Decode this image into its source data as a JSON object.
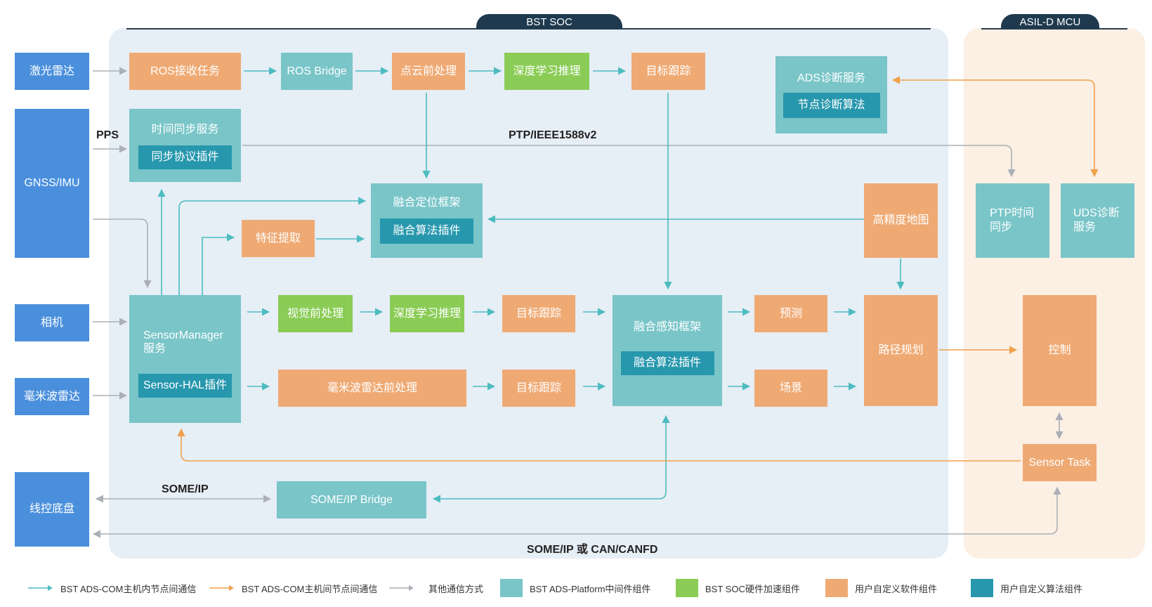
{
  "regions": {
    "soc_label": "BST SOC",
    "mcu_label": "ASIL-D MCU"
  },
  "colors": {
    "platform": "#79c5c8",
    "hardware": "#8acc55",
    "user_software": "#efaa74",
    "user_algorithm": "#2797ad",
    "external": "#4a8fdc",
    "intra_arrow": "#4dbcc0",
    "inter_arrow": "#f0a04a",
    "other_arrow": "#aab0b6",
    "soc_bg": "#e6eef6",
    "mcu_bg": "#fcefe4"
  },
  "external": {
    "lidar": "激光雷达",
    "gnss": "GNSS/IMU",
    "camera": "相机",
    "radar": "毫米波雷达",
    "chassis": "线控底盘"
  },
  "nodes": {
    "ros_task": "ROS接收任务",
    "ros_bridge": "ROS Bridge",
    "pc_pre": "点云前处理",
    "dl_infer_top": "深度学习推理",
    "track_top": "目标跟踪",
    "ads_diag": "ADS诊断服务",
    "node_diag_algo": "节点诊断算法",
    "time_sync": "时间同步服务",
    "sync_plugin": "同步协议插件",
    "fusion_loc": "融合定位框架",
    "fusion_algo_loc": "融合算法插件",
    "feature_extract": "特征提取",
    "hd_map": "高精度地图",
    "sensor_manager_line1": "SensorManager",
    "sensor_manager_line2": "服务",
    "sensor_hal": "Sensor-HAL插件",
    "vision_pre": "视觉前处理",
    "dl_infer_mid": "深度学习推理",
    "track_mid": "目标跟踪",
    "radar_pre": "毫米波雷达前处理",
    "track_radar": "目标跟踪",
    "fusion_perc": "融合感知框架",
    "fusion_algo_perc": "融合算法插件",
    "predict": "预测",
    "scene": "场景",
    "path_plan": "路径规划",
    "someip_bridge": "SOME/IP Bridge",
    "ptp_sync_line1": "PTP时间",
    "ptp_sync_line2": "同步",
    "uds_diag_line1": "UDS诊断",
    "uds_diag_line2": "服务",
    "control": "控制",
    "sensor_task": "Sensor Task"
  },
  "line_labels": {
    "pps": "PPS",
    "ptp": "PTP/IEEE1588v2",
    "someip": "SOME/IP",
    "someip_can": "SOME/IP 或 CAN/CANFD"
  },
  "legend": [
    {
      "kind": "arrow",
      "color": "#4dbcc0",
      "label": "BST ADS-COM主机内节点间通信"
    },
    {
      "kind": "arrow",
      "color": "#f0a04a",
      "label": "BST ADS-COM主机间节点间通信"
    },
    {
      "kind": "arrow",
      "color": "#aab0b6",
      "label": "其他通信方式"
    },
    {
      "kind": "swatch",
      "color": "#79c5c8",
      "label": "BST ADS-Platform中间件组件"
    },
    {
      "kind": "swatch",
      "color": "#8acc55",
      "label": "BST SOC硬件加速组件"
    },
    {
      "kind": "swatch",
      "color": "#efaa74",
      "label": "用户自定义软件组件"
    },
    {
      "kind": "swatch",
      "color": "#2797ad",
      "label": "用户自定义算法组件"
    }
  ]
}
